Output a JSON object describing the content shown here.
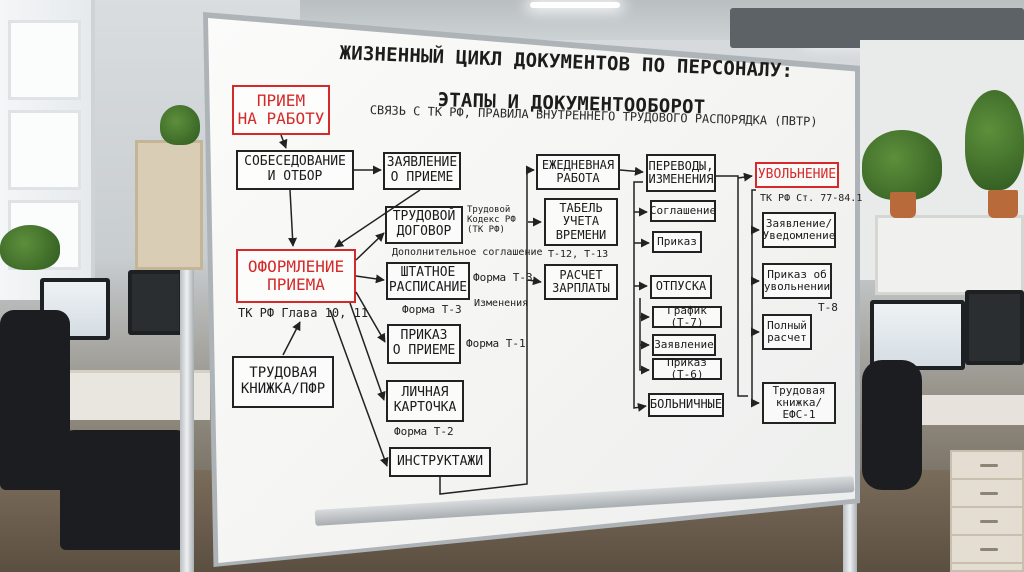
{
  "title": {
    "line1": "ЖИЗНЕННЫЙ ЦИКЛ ДОКУМЕНТОВ ПО ПЕРСОНАЛУ:",
    "line2": "ЭТАПЫ И ДОКУМЕНТООБОРОТ",
    "subtitle": "СВЯЗЬ С ТК РФ, ПРАВИЛА ВНУТРЕННЕГО ТРУДОВОГО РАСПОРЯДКА (ПВТР)"
  },
  "hiring": {
    "header": "ПРИЕМ\nНА РАБОТУ",
    "interview": "СОБЕСЕДОВАНИЕ\nИ ОТБОР",
    "application": "ЗАЯВЛЕНИЕ\nО ПРИЕМЕ",
    "registration": "ОФОРМЛЕНИЕ\nПРИЕМА",
    "law_ref": "ТК РФ Глава 10, 11",
    "workbook": "ТРУДОВАЯ\nКНИЖКА/ПФР"
  },
  "docs": {
    "contract": "ТРУДОВОЙ\nДОГОВОР",
    "contract_note": "Трудовой\nКодекс РФ\n(ТК РФ)",
    "contract_addendum": "Дополнительное соглашение",
    "staffing": "ШТАТНОЕ\nРАСПИСАНИЕ",
    "staffing_form": "Форма Т-3",
    "staffing_form_below": "Форма Т-3",
    "staffing_changes": "Изменения",
    "order": "ПРИКАЗ\nО ПРИЕМЕ",
    "order_form": "Форма Т-1",
    "card": "ЛИЧНАЯ\nКАРТОЧКА",
    "card_form": "Форма Т-2",
    "briefings": "ИНСТРУКТАЖИ"
  },
  "work": {
    "daily": "ЕЖЕДНЕВНАЯ\nРАБОТА",
    "timesheet": "ТАБЕЛЬ\nУЧЕТА\nВРЕМЕНИ",
    "timesheet_forms": "Т-12, Т-13",
    "payroll": "РАСЧЕТ\nЗАРПЛАТЫ"
  },
  "changes": {
    "transfers": "ПЕРЕВОДЫ,\nИЗМЕНЕНИЯ",
    "agreement": "Соглашение",
    "order": "Приказ",
    "vacations": "ОТПУСКА",
    "schedule": "График (Т-7)",
    "application": "Заявление",
    "vacation_order": "Приказ (Т-6)",
    "sick_leave": "БОЛЬНИЧНЫЕ"
  },
  "dismissal": {
    "header": "УВОЛЬНЕНИЕ",
    "law_ref": "ТК РФ Ст. 77-84.1",
    "application": "Заявление/\nУведомление",
    "order": "Приказ об\nувольнении",
    "order_form": "Т-8",
    "settlement": "Полный\nрасчет",
    "workbook": "Трудовая\nкнижка/ЕФС-1"
  },
  "colors": {
    "ink": "#1c1c1c",
    "red_marker": "#d62a2a",
    "board": "#f6f6f4"
  }
}
